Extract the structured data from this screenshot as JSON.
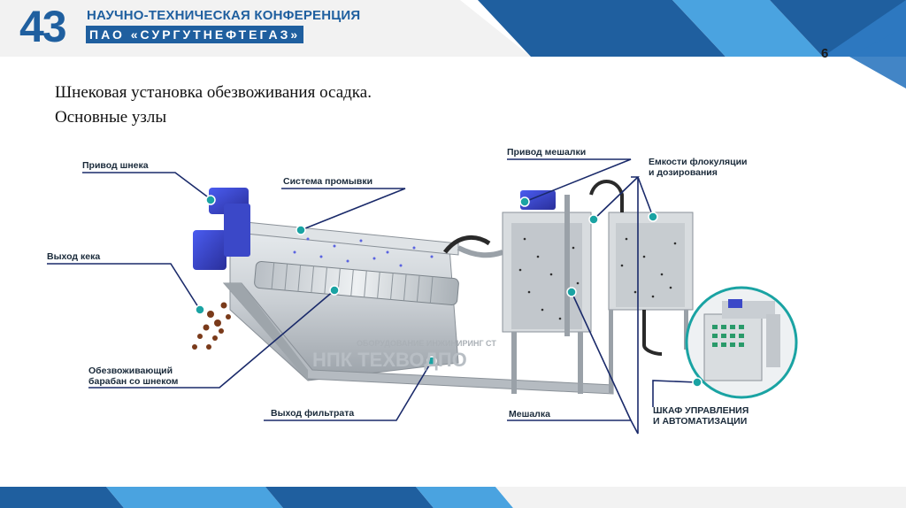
{
  "header": {
    "conference_number": "43",
    "conference_title": "НАУЧНО-ТЕХНИЧЕСКАЯ КОНФЕРЕНЦИЯ",
    "organization": "ПАО «СУРГУТНЕФТЕГАЗ»"
  },
  "slide": {
    "page_number": "6",
    "title_line1": "Шнековая установка обезвоживания осадка.",
    "title_line2": "Основные узлы"
  },
  "figure": {
    "watermark_line1": "ОБОРУДОВАНИЕ  ИНЖИНИРИНГ  СТ",
    "watermark_line2": "НПК ТЕХВОДПО",
    "labels": {
      "screw_drive": "Привод шнека",
      "cake_outlet": "Выход кека",
      "wash_system": "Система промывки",
      "drum_line1": "Обезвоживающий",
      "drum_line2": "барабан со шнеком",
      "filtrate_outlet": "Выход фильтрата",
      "mixer_drive": "Привод мешалки",
      "tanks_line1": "Емкости флокуляции",
      "tanks_line2": "и дозирования",
      "mixer": "Мешалка",
      "cabinet_line1": "ШКАФ УПРАВЛЕНИЯ",
      "cabinet_line2": "И АВТОМАТИЗАЦИИ"
    }
  },
  "colors": {
    "brand_blue": "#1f5f9f",
    "light_blue": "#4aa3e0",
    "teal_marker": "#1aa3a3"
  }
}
